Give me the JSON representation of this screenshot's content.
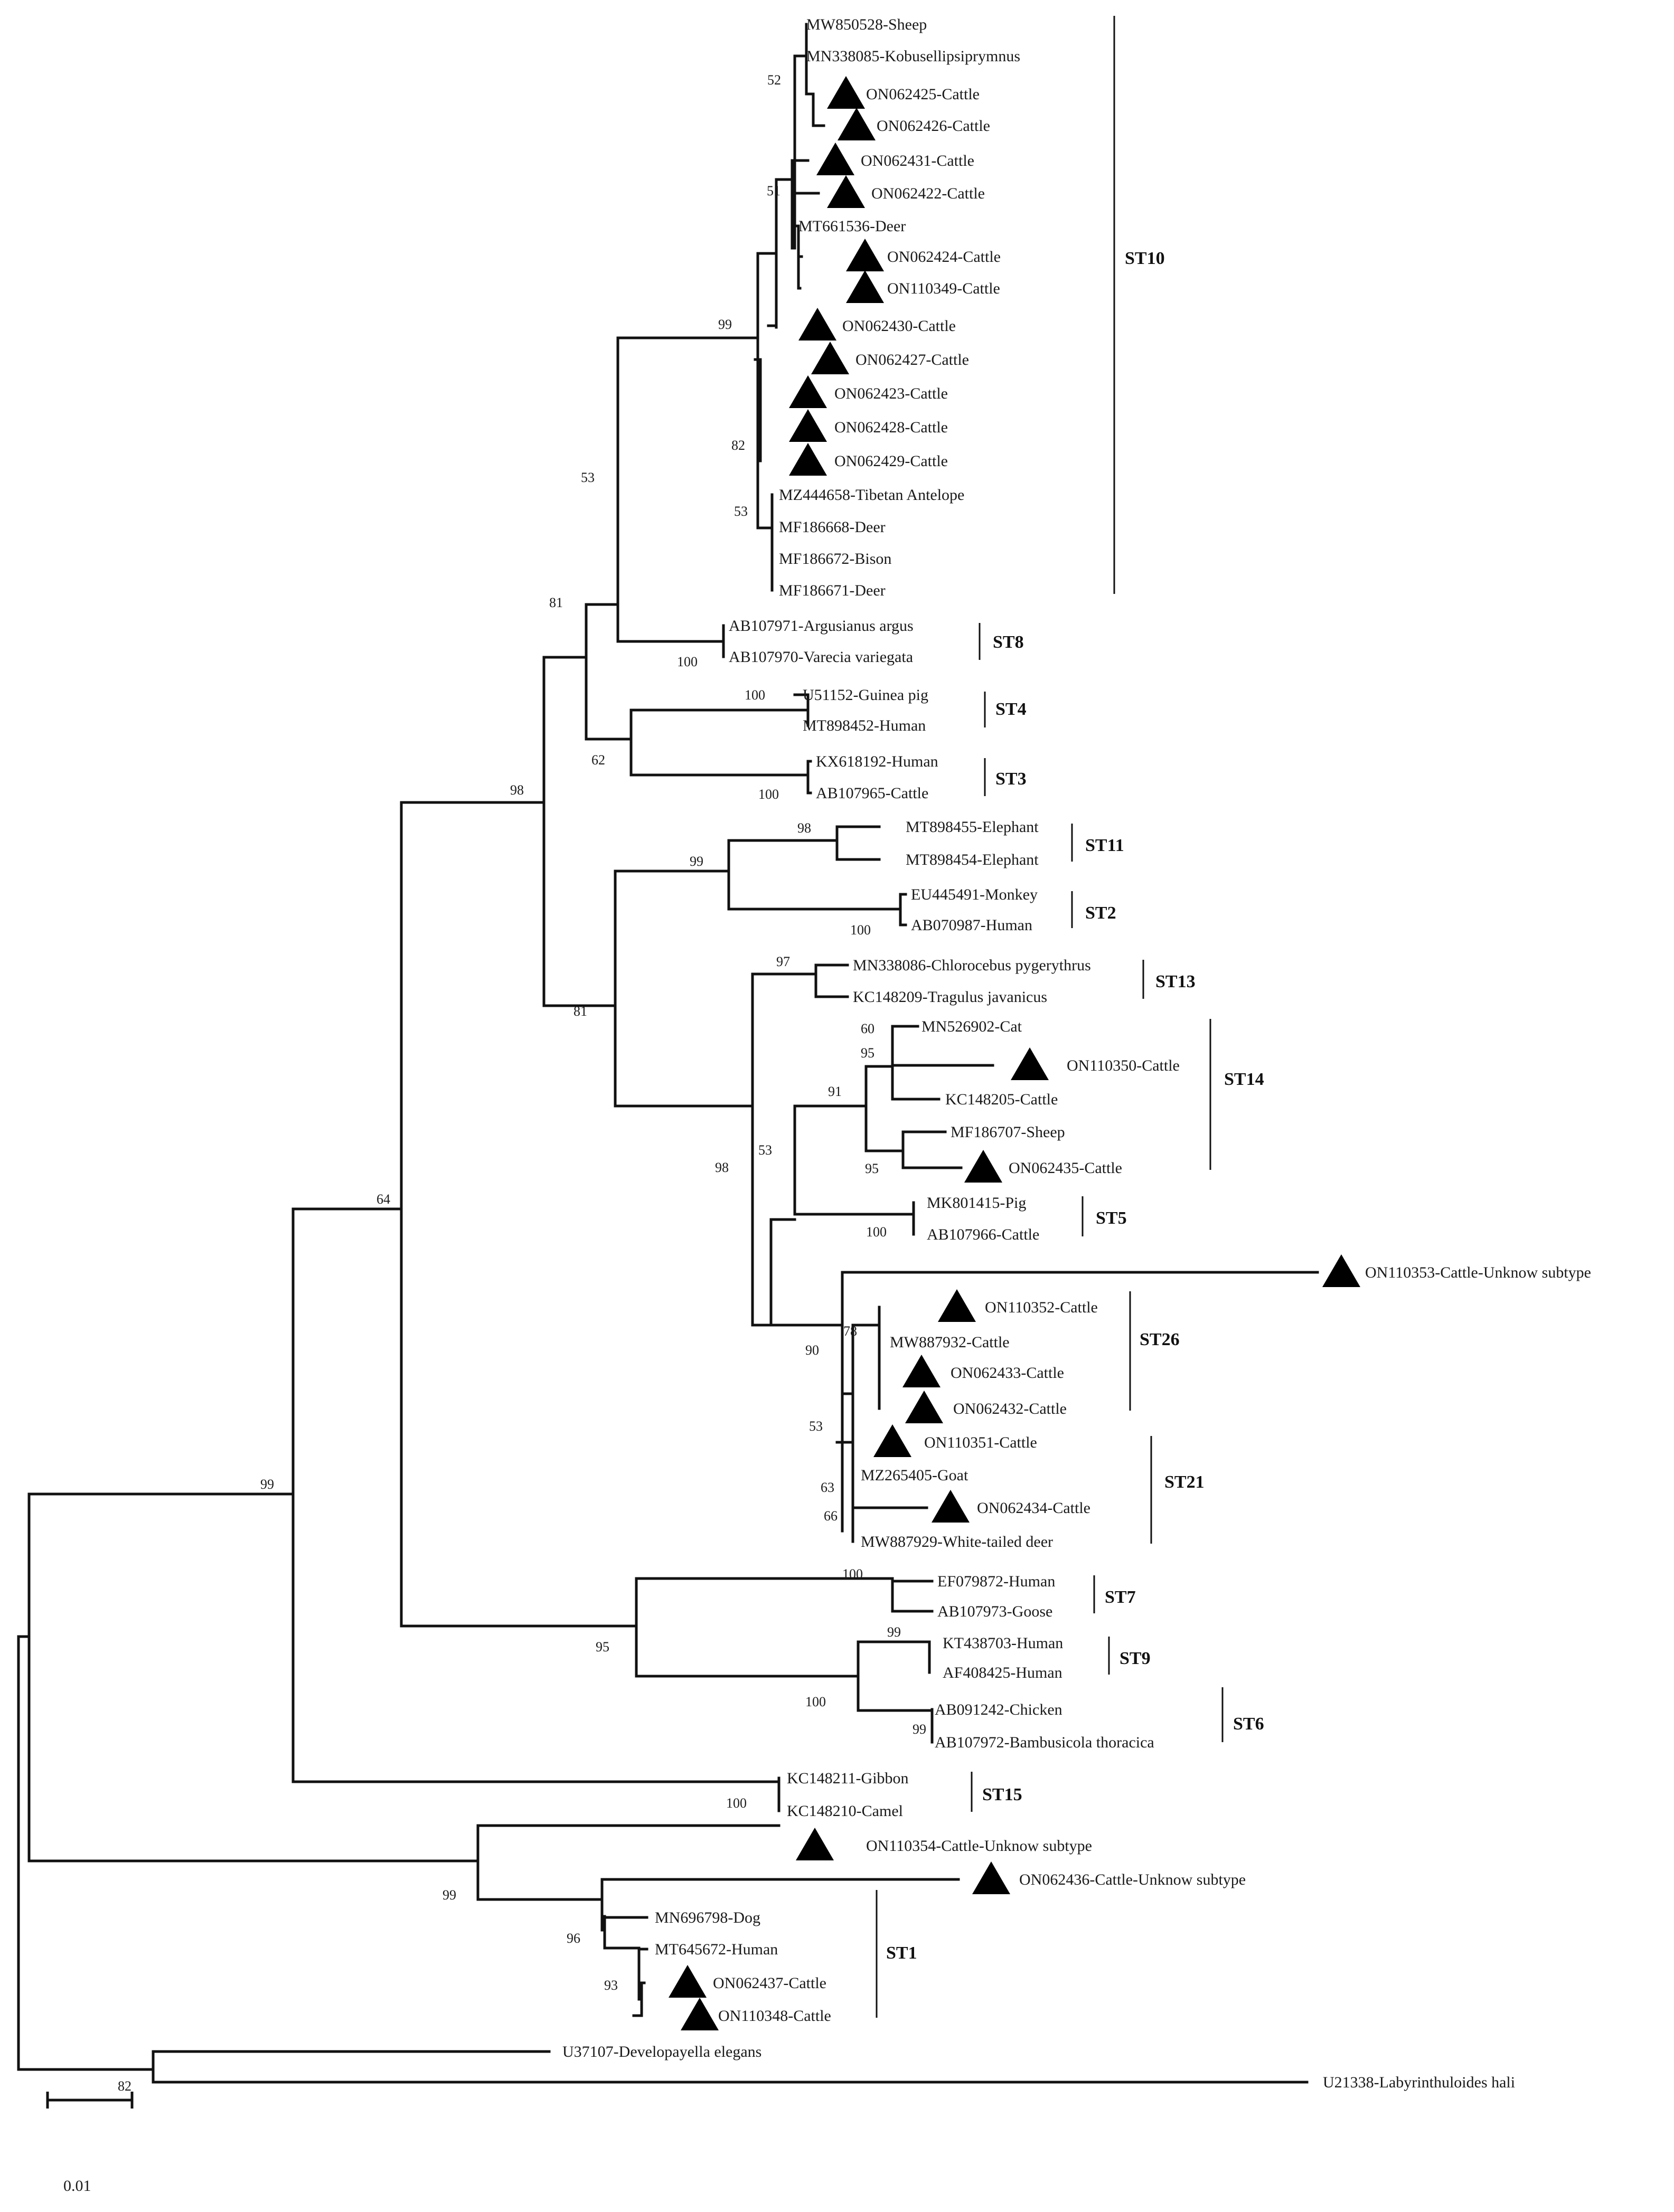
{
  "colors": {
    "line": "#111111",
    "text": "#1a1a1a",
    "marker": "#000000"
  },
  "marker_icon": "black-triangle",
  "tips": [
    {
      "label": "MW850528-Sheep",
      "marker": false
    },
    {
      "label": "MN338085-Kobusellipsiprymnus",
      "marker": false
    },
    {
      "label": "ON062425-Cattle",
      "marker": true
    },
    {
      "label": "ON062426-Cattle",
      "marker": true
    },
    {
      "label": "ON062431-Cattle",
      "marker": true
    },
    {
      "label": "ON062422-Cattle",
      "marker": true
    },
    {
      "label": "MT661536-Deer",
      "marker": false
    },
    {
      "label": "ON062424-Cattle",
      "marker": true
    },
    {
      "label": "ON110349-Cattle",
      "marker": true
    },
    {
      "label": "ON062430-Cattle",
      "marker": true
    },
    {
      "label": "ON062427-Cattle",
      "marker": true
    },
    {
      "label": "ON062423-Cattle",
      "marker": true
    },
    {
      "label": "ON062428-Cattle",
      "marker": true
    },
    {
      "label": "ON062429-Cattle",
      "marker": true
    },
    {
      "label": "MZ444658-Tibetan Antelope",
      "marker": false
    },
    {
      "label": "MF186668-Deer",
      "marker": false
    },
    {
      "label": "MF186672-Bison",
      "marker": false
    },
    {
      "label": "MF186671-Deer",
      "marker": false
    },
    {
      "label": "AB107971-Argusianus argus",
      "marker": false
    },
    {
      "label": "AB107970-Varecia variegata",
      "marker": false
    },
    {
      "label": "U51152-Guinea pig",
      "marker": false
    },
    {
      "label": "MT898452-Human",
      "marker": false
    },
    {
      "label": "KX618192-Human",
      "marker": false
    },
    {
      "label": "AB107965-Cattle",
      "marker": false
    },
    {
      "label": "MT898455-Elephant",
      "marker": false
    },
    {
      "label": "MT898454-Elephant",
      "marker": false
    },
    {
      "label": "EU445491-Monkey",
      "marker": false
    },
    {
      "label": "AB070987-Human",
      "marker": false
    },
    {
      "label": "MN338086-Chlorocebus pygerythrus",
      "marker": false
    },
    {
      "label": "KC148209-Tragulus javanicus",
      "marker": false
    },
    {
      "label": "MN526902-Cat",
      "marker": false
    },
    {
      "label": "ON110350-Cattle",
      "marker": true
    },
    {
      "label": "KC148205-Cattle",
      "marker": false
    },
    {
      "label": "MF186707-Sheep",
      "marker": false
    },
    {
      "label": "ON062435-Cattle",
      "marker": true
    },
    {
      "label": "MK801415-Pig",
      "marker": false
    },
    {
      "label": "AB107966-Cattle",
      "marker": false
    },
    {
      "label": "ON110353-Cattle-Unknow subtype",
      "marker": true
    },
    {
      "label": "ON110352-Cattle",
      "marker": true
    },
    {
      "label": "MW887932-Cattle",
      "marker": false
    },
    {
      "label": "ON062433-Cattle",
      "marker": true
    },
    {
      "label": "ON062432-Cattle",
      "marker": true
    },
    {
      "label": "ON110351-Cattle",
      "marker": true
    },
    {
      "label": "MZ265405-Goat",
      "marker": false
    },
    {
      "label": "ON062434-Cattle",
      "marker": true
    },
    {
      "label": "MW887929-White-tailed deer",
      "marker": false
    },
    {
      "label": "EF079872-Human",
      "marker": false
    },
    {
      "label": "AB107973-Goose",
      "marker": false
    },
    {
      "label": "KT438703-Human",
      "marker": false
    },
    {
      "label": "AF408425-Human",
      "marker": false
    },
    {
      "label": "AB091242-Chicken",
      "marker": false
    },
    {
      "label": "AB107972-Bambusicola thoracica",
      "marker": false
    },
    {
      "label": "KC148211-Gibbon",
      "marker": false
    },
    {
      "label": "KC148210-Camel",
      "marker": false
    },
    {
      "label": "ON110354-Cattle-Unknow subtype",
      "marker": true
    },
    {
      "label": "ON062436-Cattle-Unknow subtype",
      "marker": true
    },
    {
      "label": "MN696798-Dog",
      "marker": false
    },
    {
      "label": "MT645672-Human",
      "marker": false
    },
    {
      "label": "ON062437-Cattle",
      "marker": true
    },
    {
      "label": "ON110348-Cattle",
      "marker": true
    },
    {
      "label": "U37107-Developayella elegans",
      "marker": false
    },
    {
      "label": "U21338-Labyrinthuloides hali",
      "marker": false
    }
  ],
  "bootstrap_values": [
    "52",
    "51",
    "99",
    "82",
    "53",
    "53",
    "81",
    "100",
    "100",
    "62",
    "100",
    "98",
    "98",
    "99",
    "100",
    "81",
    "97",
    "60",
    "95",
    "91",
    "95",
    "53",
    "100",
    "98",
    "78",
    "90",
    "53",
    "63",
    "66",
    "100",
    "99",
    "95",
    "100",
    "99",
    "64",
    "100",
    "99",
    "99",
    "96",
    "93",
    "82"
  ],
  "subtypes": [
    "ST10",
    "ST8",
    "ST4",
    "ST3",
    "ST11",
    "ST2",
    "ST13",
    "ST14",
    "ST5",
    "ST26",
    "ST21",
    "ST7",
    "ST9",
    "ST6",
    "ST15",
    "ST1"
  ],
  "scale_bar": {
    "label": "0.01"
  }
}
